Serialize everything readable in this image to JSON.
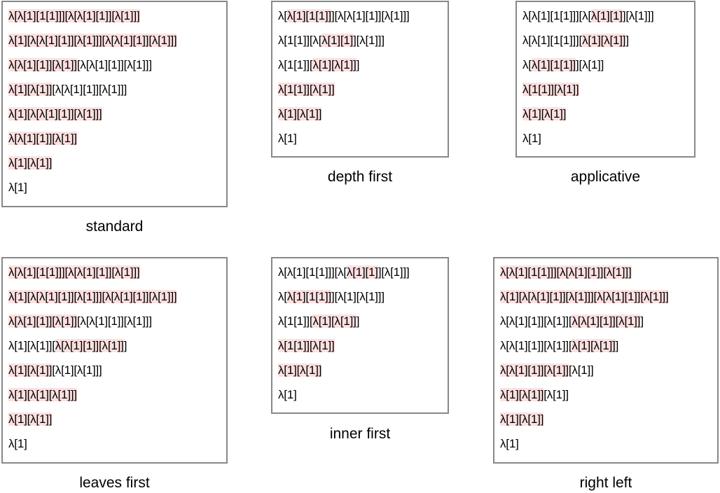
{
  "panels": [
    {
      "id": "standard",
      "caption": "standard",
      "lines": [
        [
          {
            "t": "λ[λ[1][1[1]]][λ[λ[1][1]][λ[1]]]",
            "h": 1
          }
        ],
        [
          {
            "t": "λ[1][λ[λ[1][1]][λ[1]]][λ[λ[1][1]][λ[1]]]",
            "h": 1
          }
        ],
        [
          {
            "t": "λ[λ[1][1]][λ[1]]",
            "h": 1
          },
          {
            "t": "[λ[λ[1][1]][λ[1]]]",
            "h": 0
          }
        ],
        [
          {
            "t": "λ[1][λ[1]]",
            "h": 1
          },
          {
            "t": "[λ[λ[1][1]][λ[1]]]",
            "h": 0
          }
        ],
        [
          {
            "t": "λ[1][λ[λ[1][1]][λ[1]]]",
            "h": 1
          }
        ],
        [
          {
            "t": "λ[λ[1][1]][λ[1]]",
            "h": 1
          }
        ],
        [
          {
            "t": "λ[1][λ[1]]",
            "h": 1
          }
        ],
        [
          {
            "t": "λ[1]",
            "h": 0
          }
        ]
      ]
    },
    {
      "id": "depth-first",
      "caption": "depth first",
      "lines": [
        [
          {
            "t": "λ[",
            "h": 0
          },
          {
            "t": "λ[1][1[1]]",
            "h": 1
          },
          {
            "t": "][λ[λ[1][1]][λ[1]]]",
            "h": 0
          }
        ],
        [
          {
            "t": "λ[1[1]][λ[",
            "h": 0
          },
          {
            "t": "λ[1][1]",
            "h": 1
          },
          {
            "t": "][λ[1]]]",
            "h": 0
          }
        ],
        [
          {
            "t": "λ[1[1]][",
            "h": 0
          },
          {
            "t": "λ[1][λ[1]]",
            "h": 1
          },
          {
            "t": "]",
            "h": 0
          }
        ],
        [
          {
            "t": "λ[1[1]][λ[1]]",
            "h": 1
          }
        ],
        [
          {
            "t": "λ[1][λ[1]]",
            "h": 1
          }
        ],
        [
          {
            "t": "λ[1]",
            "h": 0
          }
        ]
      ]
    },
    {
      "id": "applicative",
      "caption": "applicative",
      "lines": [
        [
          {
            "t": "λ[λ[1][1[1]]][λ[",
            "h": 0
          },
          {
            "t": "λ[1][1]",
            "h": 1
          },
          {
            "t": "][λ[1]]]",
            "h": 0
          }
        ],
        [
          {
            "t": "λ[λ[1][1[1]]][",
            "h": 0
          },
          {
            "t": "λ[1][λ[1]]",
            "h": 1
          },
          {
            "t": "]",
            "h": 0
          }
        ],
        [
          {
            "t": "λ[",
            "h": 0
          },
          {
            "t": "λ[1][1[1]]",
            "h": 1
          },
          {
            "t": "][λ[1]]",
            "h": 0
          }
        ],
        [
          {
            "t": "λ[1[1]][λ[1]]",
            "h": 1
          }
        ],
        [
          {
            "t": "λ[1][λ[1]]",
            "h": 1
          }
        ],
        [
          {
            "t": "λ[1]",
            "h": 0
          }
        ]
      ]
    },
    {
      "id": "leaves-first",
      "caption": "leaves first",
      "lines": [
        [
          {
            "t": "λ[λ[1][1[1]]][λ[λ[1][1]][λ[1]]]",
            "h": 1
          }
        ],
        [
          {
            "t": "λ[1][λ[λ[1][1]][λ[1]]][λ[λ[1][1]][λ[1]]]",
            "h": 1
          }
        ],
        [
          {
            "t": "λ[λ[1][1]][λ[1]]",
            "h": 1
          },
          {
            "t": "[λ[λ[1][1]][λ[1]]]",
            "h": 0
          }
        ],
        [
          {
            "t": "λ[1][λ[1]][",
            "h": 0
          },
          {
            "t": "λ[λ[1][1]][λ[1]]",
            "h": 1
          },
          {
            "t": "]",
            "h": 0
          }
        ],
        [
          {
            "t": "λ[1][λ[1]]",
            "h": 1
          },
          {
            "t": "[λ[1][λ[1]]]",
            "h": 0
          }
        ],
        [
          {
            "t": "λ[1][λ[1][λ[1]]]",
            "h": 1
          }
        ],
        [
          {
            "t": "λ[1][λ[1]]",
            "h": 1
          }
        ],
        [
          {
            "t": "λ[1]",
            "h": 0
          }
        ]
      ]
    },
    {
      "id": "inner-first",
      "caption": "inner first",
      "lines": [
        [
          {
            "t": "λ[λ[1][1[1]]][λ[",
            "h": 0
          },
          {
            "t": "λ[1][1]",
            "h": 1
          },
          {
            "t": "][λ[1]]]",
            "h": 0
          }
        ],
        [
          {
            "t": "λ[",
            "h": 0
          },
          {
            "t": "λ[1][1[1]]",
            "h": 1
          },
          {
            "t": "][λ[1][λ[1]]]",
            "h": 0
          }
        ],
        [
          {
            "t": "λ[1[1]][",
            "h": 0
          },
          {
            "t": "λ[1][λ[1]]",
            "h": 1
          },
          {
            "t": "]",
            "h": 0
          }
        ],
        [
          {
            "t": "λ[1[1]][λ[1]]",
            "h": 1
          }
        ],
        [
          {
            "t": "λ[1][λ[1]]",
            "h": 1
          }
        ],
        [
          {
            "t": "λ[1]",
            "h": 0
          }
        ]
      ]
    },
    {
      "id": "right-left",
      "caption": "right left",
      "lines": [
        [
          {
            "t": "λ[λ[1][1[1]]][λ[λ[1][1]][λ[1]]]",
            "h": 1
          }
        ],
        [
          {
            "t": "λ[1][λ[λ[1][1]][λ[1]]][λ[λ[1][1]][λ[1]]]",
            "h": 1
          }
        ],
        [
          {
            "t": "λ[λ[1][1]][λ[1]][",
            "h": 0
          },
          {
            "t": "λ[λ[1][1]][λ[1]]",
            "h": 1
          },
          {
            "t": "]",
            "h": 0
          }
        ],
        [
          {
            "t": "λ[λ[1][1]][λ[1]][",
            "h": 0
          },
          {
            "t": "λ[1][λ[1]]",
            "h": 1
          },
          {
            "t": "]",
            "h": 0
          }
        ],
        [
          {
            "t": "λ[λ[1][1]][λ[1]]",
            "h": 1
          },
          {
            "t": "[λ[1]]",
            "h": 0
          }
        ],
        [
          {
            "t": "λ[1][λ[1]]",
            "h": 1
          },
          {
            "t": "[λ[1]]",
            "h": 0
          }
        ],
        [
          {
            "t": "λ[1][λ[1]]",
            "h": 1
          }
        ],
        [
          {
            "t": "λ[1]",
            "h": 0
          }
        ]
      ]
    }
  ]
}
